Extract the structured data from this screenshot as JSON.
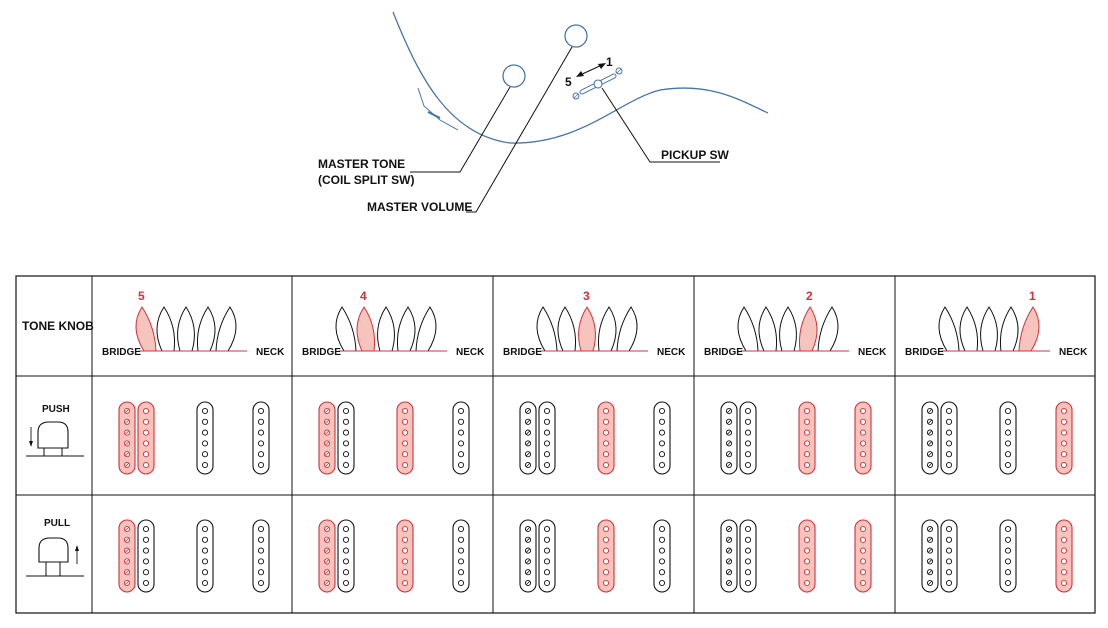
{
  "colors": {
    "active_fill": "#f6c4bc",
    "active_stroke": "#d3303a",
    "body_line": "#4a74a8",
    "ink": "#111111"
  },
  "icons": [
    "tone-knob-icon",
    "volume-knob-icon",
    "pickup-switch-icon",
    "switch-screw-icon",
    "fret-fan-icon",
    "push-knob-icon",
    "pull-knob-icon"
  ],
  "top_diagram": {
    "master_tone_label": "MASTER TONE",
    "master_tone_sub": "(COIL SPLIT SW)",
    "master_volume_label": "MASTER VOLUME",
    "pickup_sw_label": "PICKUP SW",
    "switch_pos_1": "1",
    "switch_pos_5": "5"
  },
  "table": {
    "header_label": "TONE KNOB",
    "bridge_label": "BRIDGE",
    "neck_label": "NECK",
    "push_label": "PUSH",
    "pull_label": "PULL",
    "positions": [
      {
        "number": "5",
        "active_fret": 0,
        "push": {
          "hb_left": true,
          "hb_right": true,
          "mid": false,
          "neck": false
        },
        "pull": {
          "hb_left": true,
          "hb_right": false,
          "mid": false,
          "neck": false
        }
      },
      {
        "number": "4",
        "active_fret": 1,
        "push": {
          "hb_left": true,
          "hb_right": false,
          "mid": true,
          "neck": false
        },
        "pull": {
          "hb_left": true,
          "hb_right": false,
          "mid": true,
          "neck": false
        }
      },
      {
        "number": "3",
        "active_fret": 2,
        "push": {
          "hb_left": false,
          "hb_right": false,
          "mid": true,
          "neck": false
        },
        "pull": {
          "hb_left": false,
          "hb_right": false,
          "mid": true,
          "neck": false
        }
      },
      {
        "number": "2",
        "active_fret": 3,
        "push": {
          "hb_left": false,
          "hb_right": false,
          "mid": true,
          "neck": true
        },
        "pull": {
          "hb_left": false,
          "hb_right": false,
          "mid": true,
          "neck": true
        }
      },
      {
        "number": "1",
        "active_fret": 4,
        "push": {
          "hb_left": false,
          "hb_right": false,
          "mid": false,
          "neck": true
        },
        "pull": {
          "hb_left": false,
          "hb_right": false,
          "mid": false,
          "neck": true
        }
      }
    ]
  }
}
